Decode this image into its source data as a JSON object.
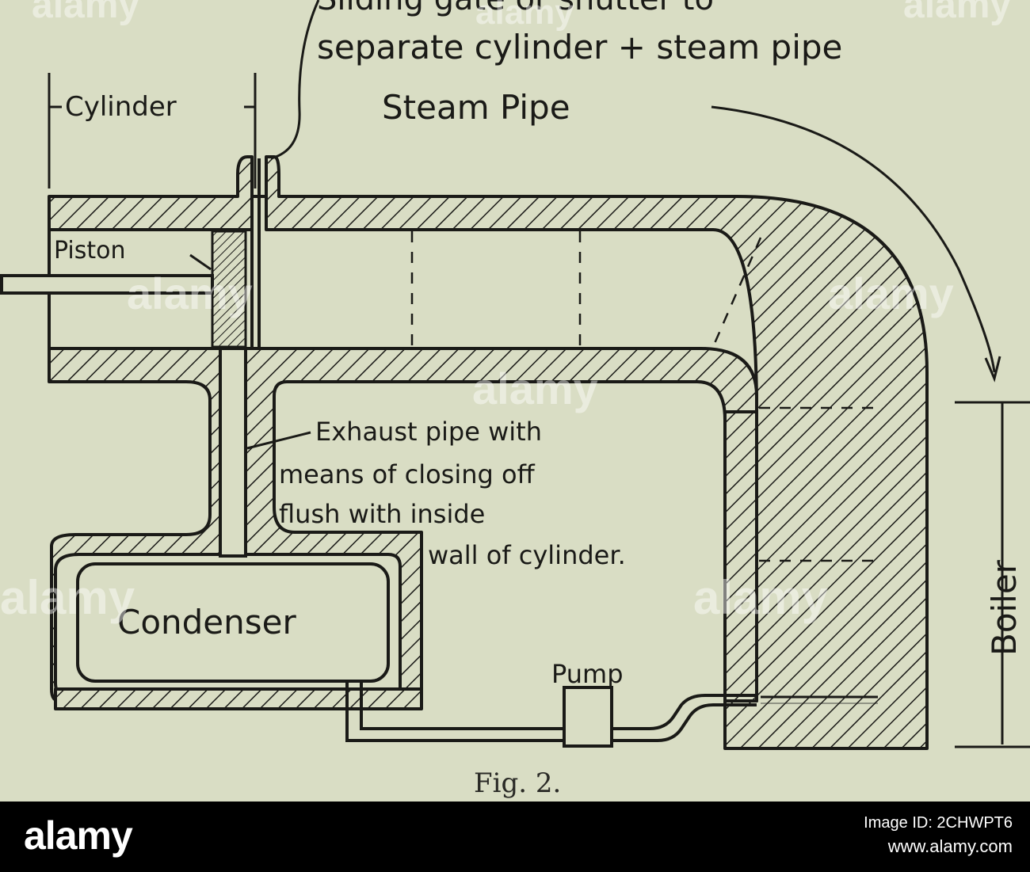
{
  "figure": {
    "labels": {
      "gate_line1": "Sliding gate or shutter to",
      "gate_line2": "separate cylinder + steam pipe",
      "cylinder": "Cylinder",
      "steam_pipe": "Steam Pipe",
      "piston": "Piston",
      "exhaust_line1": "Exhaust pipe with",
      "exhaust_line2": "means of closing off",
      "exhaust_line3": "flush with inside",
      "exhaust_line4": "wall of cylinder.",
      "condenser": "Condenser",
      "pump": "Pump",
      "boiler": "Boiler"
    },
    "caption": "Fig. 2."
  },
  "watermark": {
    "text": "alamy",
    "color": "#ffffff"
  },
  "footer": {
    "logo": "alamy",
    "image_id_line": "Image ID: 2CHWPT6",
    "site": "www.alamy.com"
  },
  "colors": {
    "paper": "#d9ddc4",
    "ink": "#1a1a17",
    "footer_bg": "#000000"
  }
}
